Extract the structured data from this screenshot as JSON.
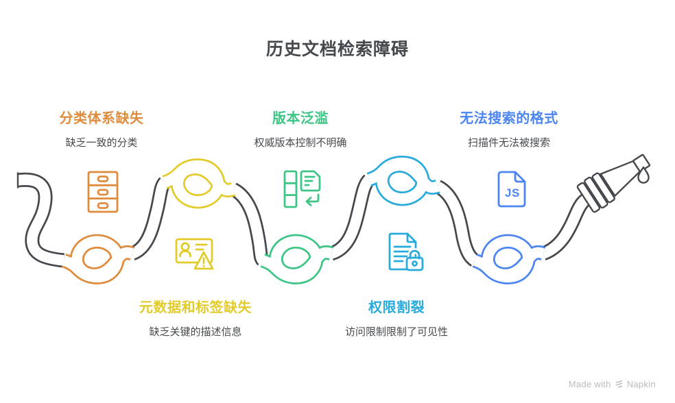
{
  "title": "历史文档检索障碍",
  "colors": {
    "ink": "#45484D",
    "muted": "#B7BABF",
    "orange": "#DE8C3C",
    "yellow": "#E2CB2B",
    "green": "#3EC585",
    "cyan": "#29AADD",
    "blue": "#4C85F1",
    "background": "#FFFFFF"
  },
  "items": [
    {
      "label": "分类体系缺失",
      "description": "缺乏一致的分类",
      "color": "orange",
      "icon": "file-cabinet-icon"
    },
    {
      "label": "元数据和标签缺失",
      "description": "缺乏关键的描述信息",
      "color": "yellow",
      "icon": "id-card-warning-icon"
    },
    {
      "label": "版本泛滥",
      "description": "权威版本控制不明确",
      "color": "green",
      "icon": "version-history-icon"
    },
    {
      "label": "权限割裂",
      "description": "访问限制限制了可见性",
      "color": "cyan",
      "icon": "locked-document-icon"
    },
    {
      "label": "无法搜索的格式",
      "description": "扫描件无法被搜索",
      "color": "blue",
      "icon": "js-file-icon",
      "icon_text": "JS"
    }
  ],
  "watermark": {
    "prefix": "Made with",
    "brand": "Napkin"
  }
}
